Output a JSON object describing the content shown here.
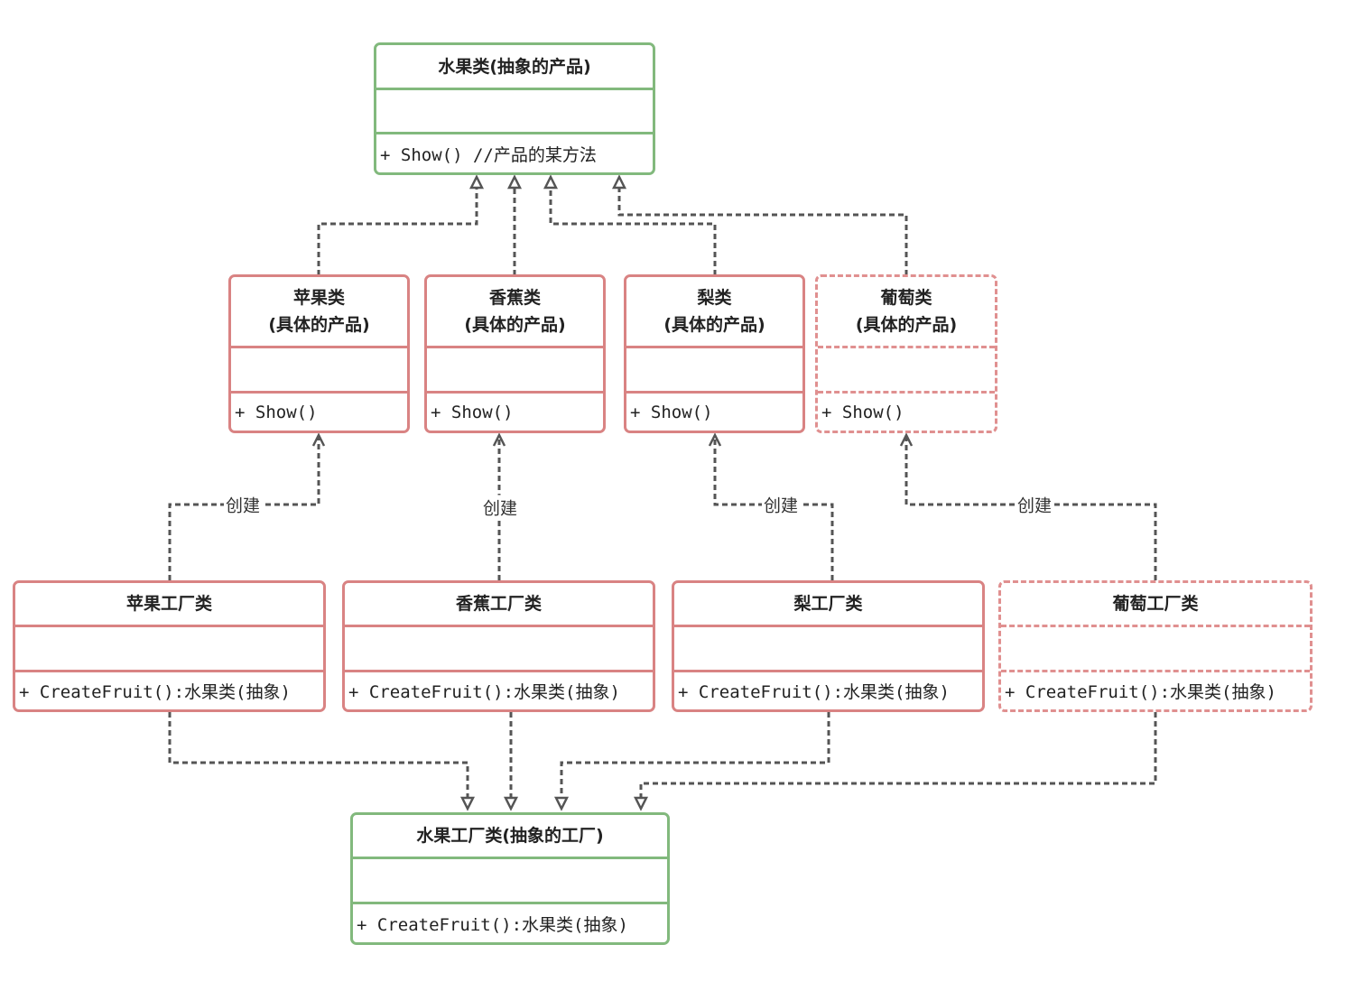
{
  "abstract_product": {
    "title": "水果类(抽象的产品)",
    "method": "+ Show() //产品的某方法"
  },
  "products": [
    {
      "line1": "苹果类",
      "line2": "(具体的产品)",
      "method": "+ Show()"
    },
    {
      "line1": "香蕉类",
      "line2": "(具体的产品)",
      "method": "+ Show()"
    },
    {
      "line1": "梨类",
      "line2": "(具体的产品)",
      "method": "+ Show()"
    },
    {
      "line1": "葡萄类",
      "line2": "(具体的产品)",
      "method": "+ Show()"
    }
  ],
  "factories": [
    {
      "title": "苹果工厂类",
      "method": "+ CreateFruit():水果类(抽象)"
    },
    {
      "title": "香蕉工厂类",
      "method": "+ CreateFruit():水果类(抽象)"
    },
    {
      "title": "梨工厂类",
      "method": "+ CreateFruit():水果类(抽象)"
    },
    {
      "title": "葡萄工厂类",
      "method": "+ CreateFruit():水果类(抽象)"
    }
  ],
  "abstract_factory": {
    "title": "水果工厂类(抽象的工厂)",
    "method": "+ CreateFruit():水果类(抽象)"
  },
  "edge_labels": [
    "创建",
    "创建",
    "创建",
    "创建"
  ],
  "colors": {
    "abstract_border": "#82b97d",
    "concrete_border": "#d98383",
    "new_class_border": "#e09090",
    "arrow": "#555555"
  }
}
